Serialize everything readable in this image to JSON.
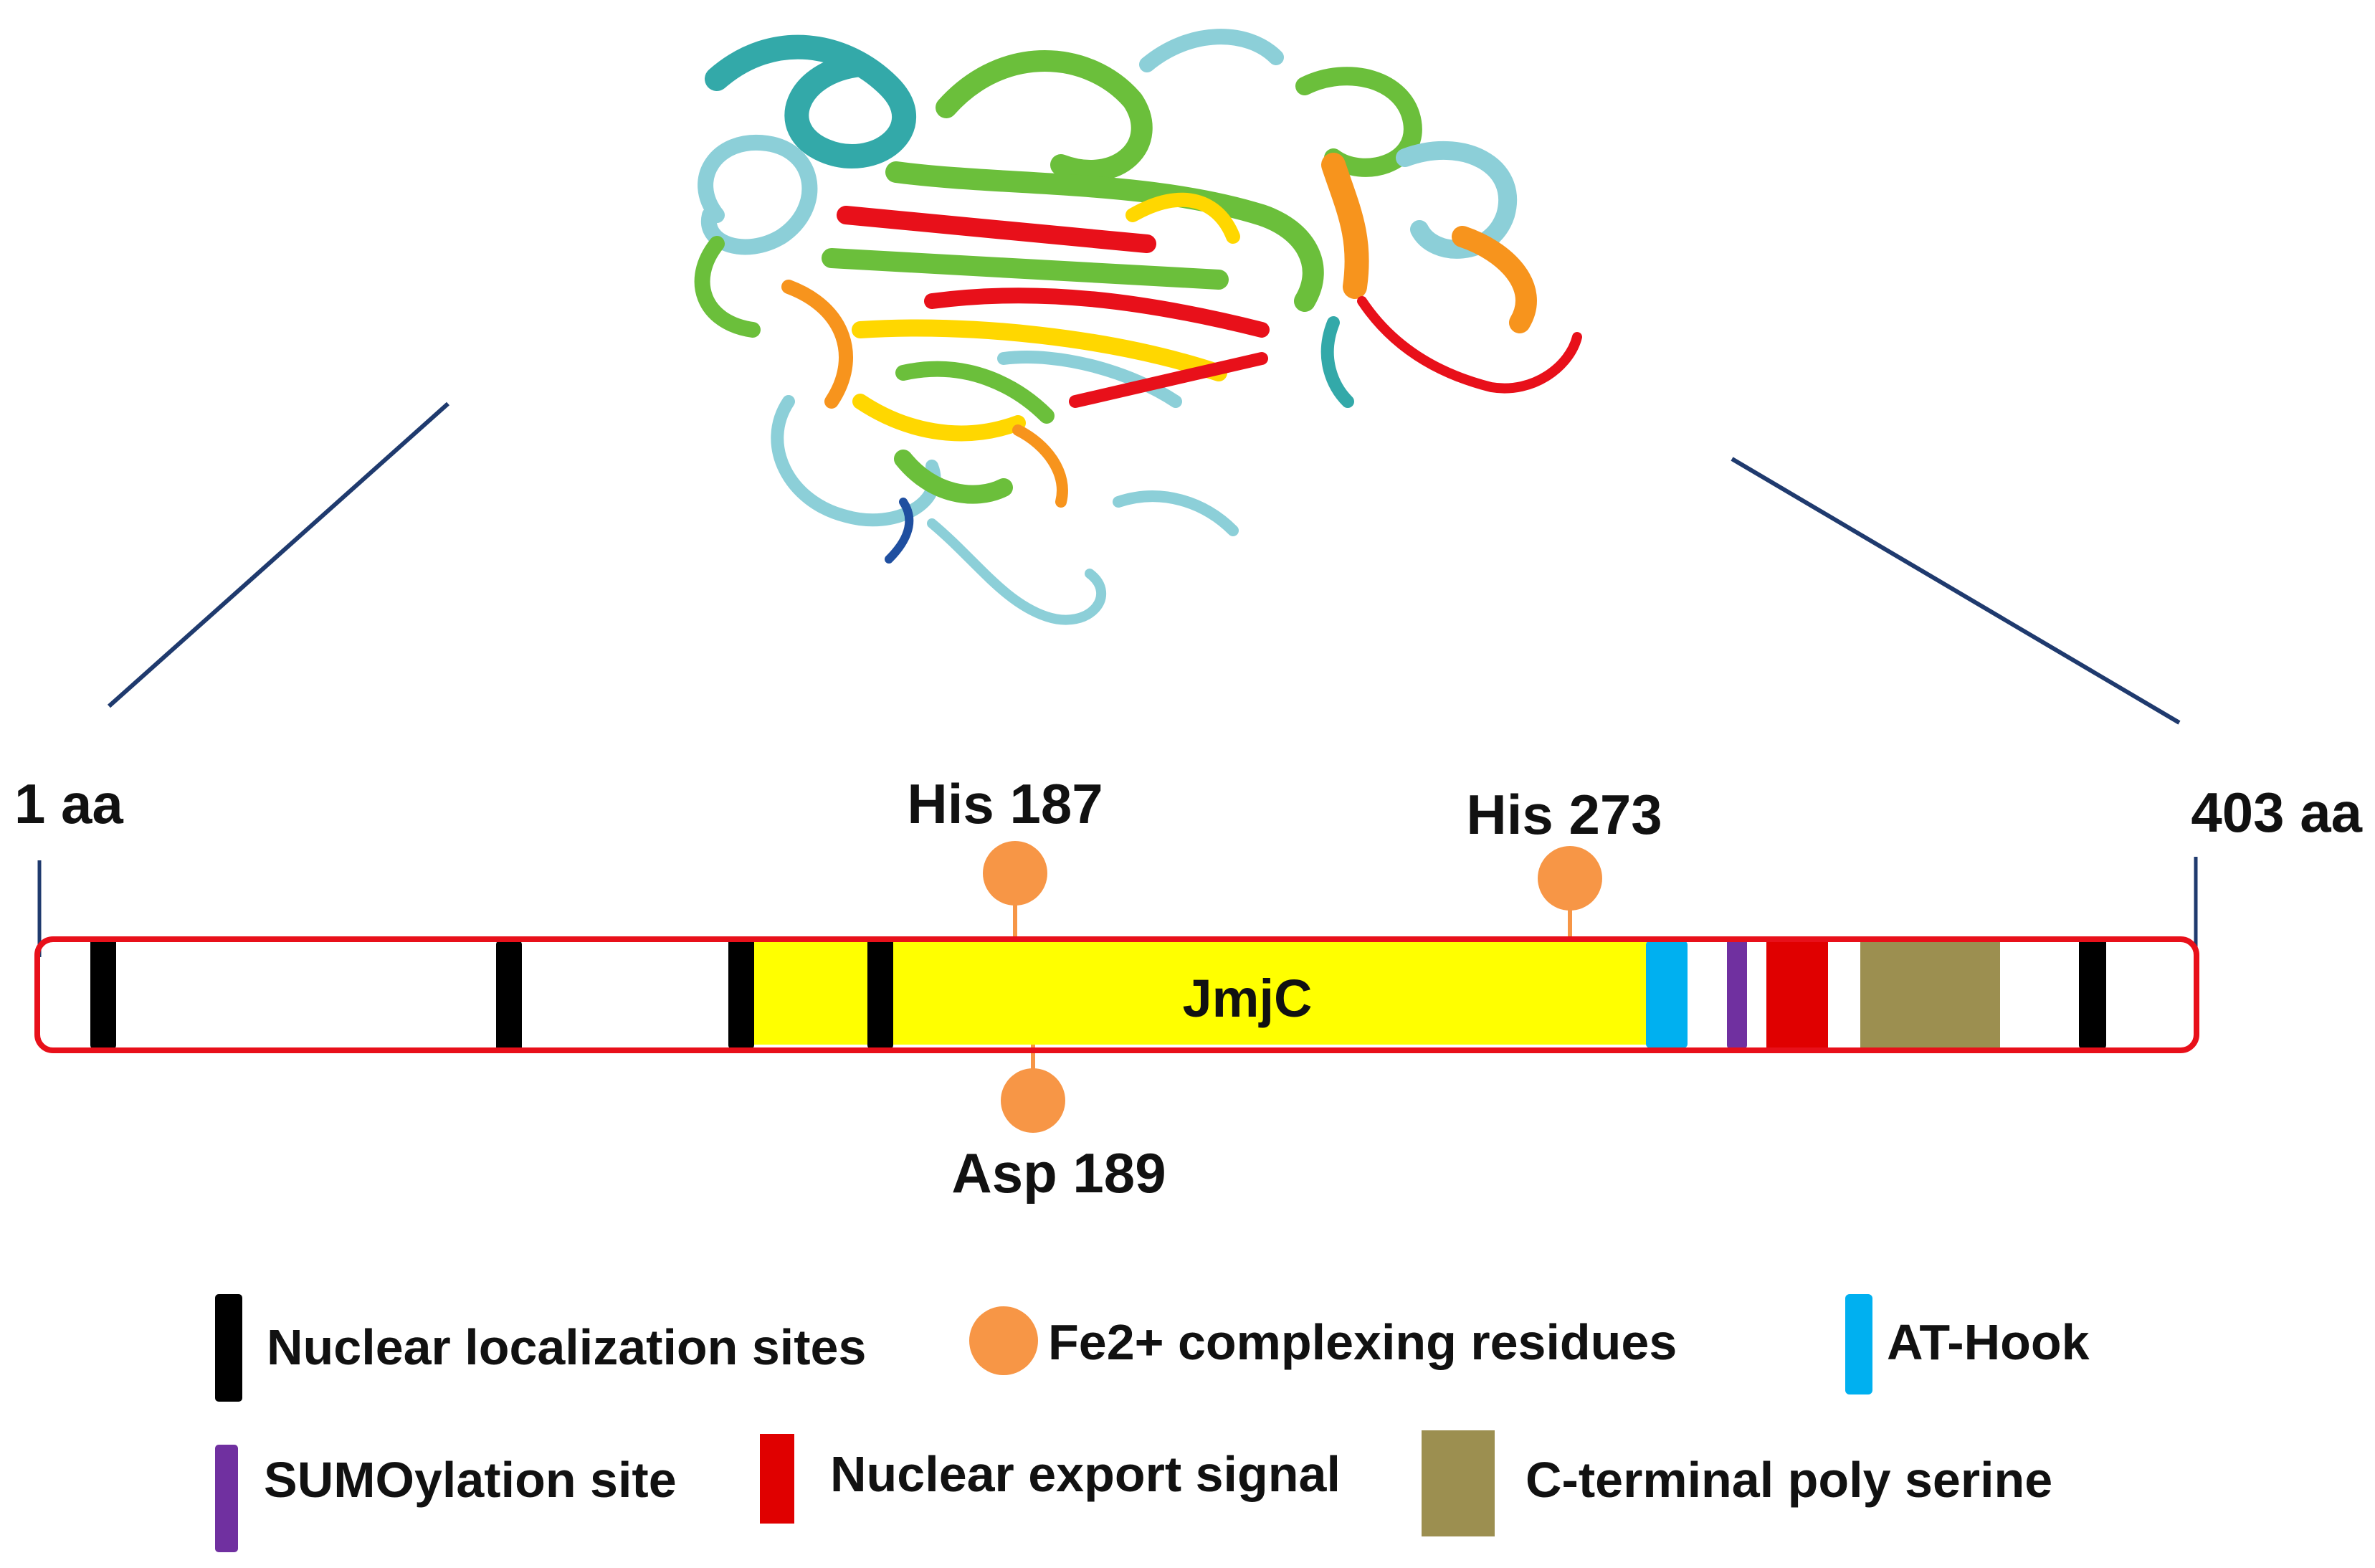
{
  "protein": {
    "start_label": "1 aa",
    "end_label": "403 aa",
    "domain_label": "JmjC",
    "length_aa": 403
  },
  "residues": [
    {
      "label": "His 187",
      "position_aa": 187,
      "side": "top"
    },
    {
      "label": "His 273",
      "position_aa": 273,
      "side": "top"
    },
    {
      "label": "Asp 189",
      "position_aa": 189,
      "side": "bottom"
    }
  ],
  "legend": [
    {
      "label": "Nuclear localization sites",
      "marker": "bar",
      "color": "#000000"
    },
    {
      "label": "Fe2+ complexing residues",
      "marker": "circle",
      "color": "#F79646"
    },
    {
      "label": "AT-Hook",
      "marker": "bar",
      "color": "#00B0F0"
    },
    {
      "label": "SUMOylation site",
      "marker": "bar",
      "color": "#7030A0"
    },
    {
      "label": "Nuclear export signal",
      "marker": "bar",
      "color": "#E00000"
    },
    {
      "label": "C-terminal poly serine",
      "marker": "block",
      "color": "#9C8F50"
    }
  ],
  "colors": {
    "outline": "#E8101A",
    "jmjc": "#FFFF00",
    "connector": "#1F3A6E",
    "fe_residue": "#F79646"
  },
  "structure_icon": "protein-ribbon-structure"
}
